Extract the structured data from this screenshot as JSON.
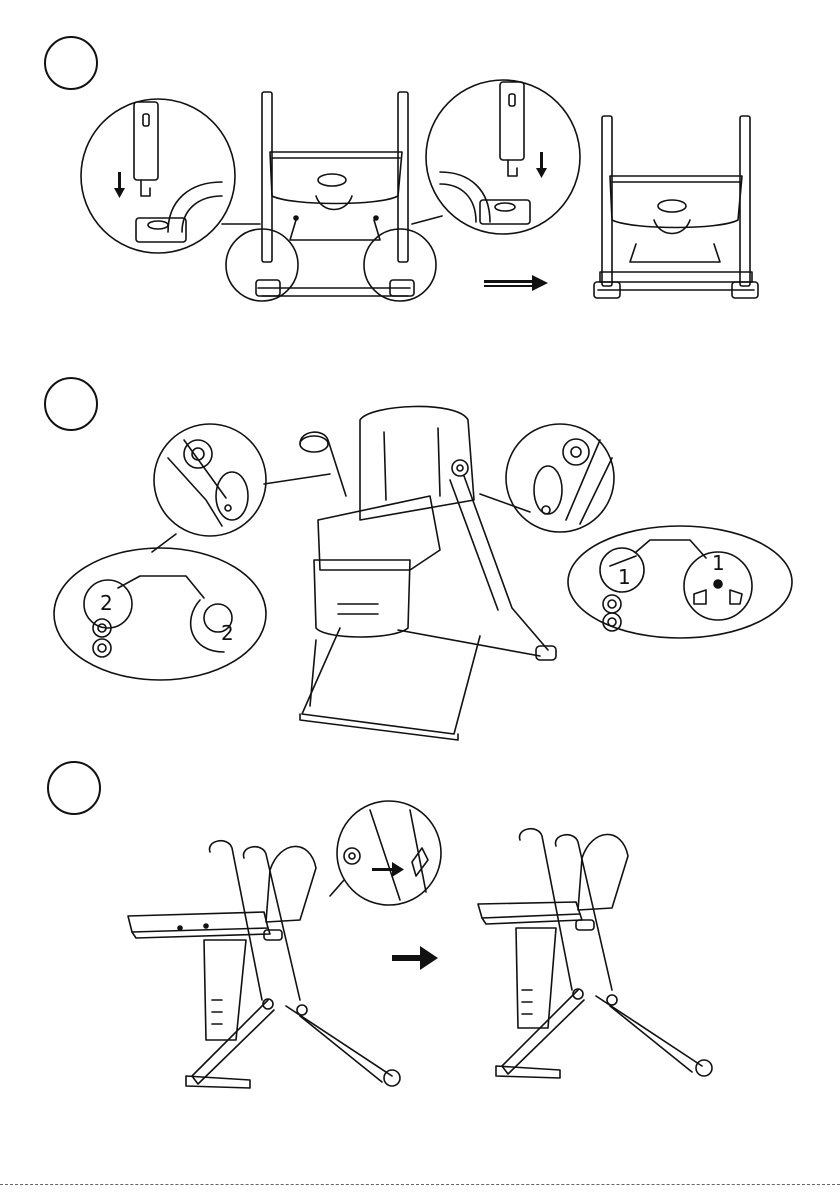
{
  "steps": [
    {
      "id": "step-1",
      "number_label": ""
    },
    {
      "id": "step-2",
      "number_label": "",
      "callout_left_numbers": [
        "2",
        "2"
      ],
      "callout_right_numbers": [
        "1",
        "1"
      ]
    },
    {
      "id": "step-3",
      "number_label": ""
    }
  ],
  "icons": {
    "arrow": "right-arrow-icon",
    "down_arrow": "down-arrow-icon"
  },
  "colors": {
    "ink": "#111111",
    "background": "#ffffff"
  }
}
